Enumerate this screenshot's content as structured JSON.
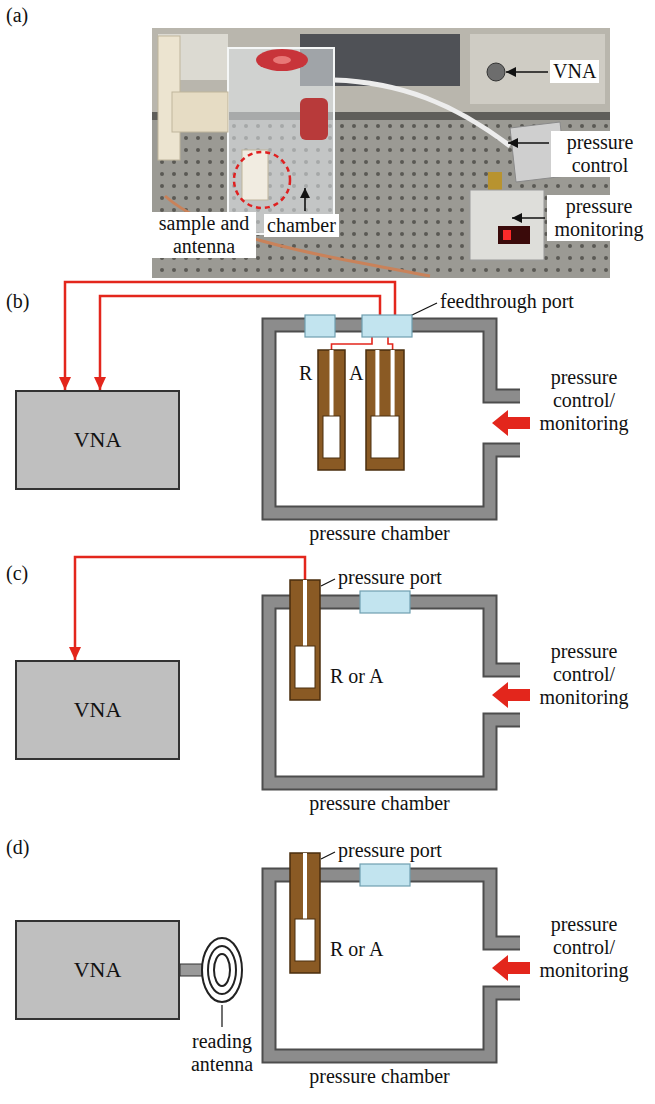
{
  "diagram": {
    "nodes": [
      {
        "text": [
          "VNA"
        ]
      },
      {
        "text": [
          "pressure chamber"
        ]
      },
      {
        "text": [
          "VNA"
        ]
      },
      {
        "text": [
          "pressure chamber"
        ]
      },
      {
        "text": [
          "VNA"
        ]
      },
      {
        "text": [
          "pressure chamber"
        ]
      }
    ],
    "edges": [
      {
        "from": 1,
        "to": 0,
        "arrow": "to"
      },
      {
        "from": 1,
        "to": 0,
        "arrow": "to"
      },
      {
        "from": 3,
        "to": 2,
        "arrow": "to"
      }
    ],
    "labels": [
      "(a)",
      "VNA",
      "pressure control",
      "sample and antenna",
      "chamber",
      "pressure monitoring",
      "(b)",
      "feedthrough port",
      "R",
      "A",
      "pressure control/ monitoring",
      "(c)",
      "pressure port",
      "R or A",
      "pressure control/ monitoring",
      "(d)",
      "pressure port",
      "R or A",
      "pressure control/ monitoring",
      "reading antenna"
    ]
  }
}
